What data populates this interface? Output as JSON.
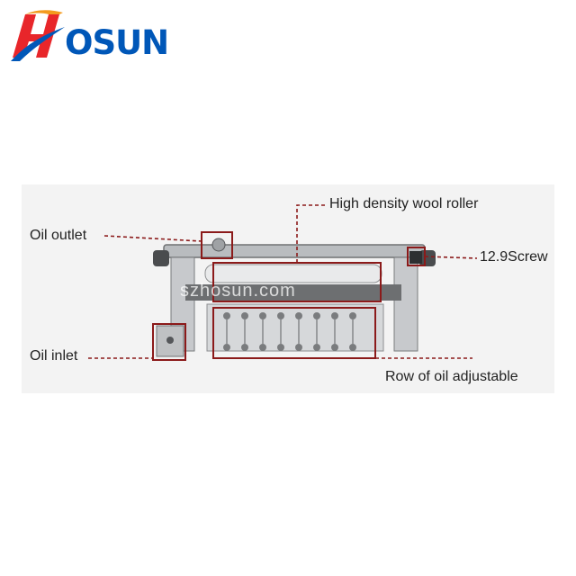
{
  "logo": {
    "text": "OSUN",
    "brand_colors": {
      "red": "#e8262a",
      "blue": "#0057b8",
      "orange": "#f39a1e"
    }
  },
  "watermark": "szhosun.com",
  "labels": {
    "oil_outlet": "Oil outlet",
    "oil_inlet": "Oil inlet",
    "roller": "High density wool roller",
    "screw": "12.9Screw",
    "row_of_oil": "Row of oil adjustable"
  },
  "colors": {
    "callout": "#8b1a1a",
    "metal_dark": "#6f7173",
    "metal_light": "#cfd1d3"
  }
}
